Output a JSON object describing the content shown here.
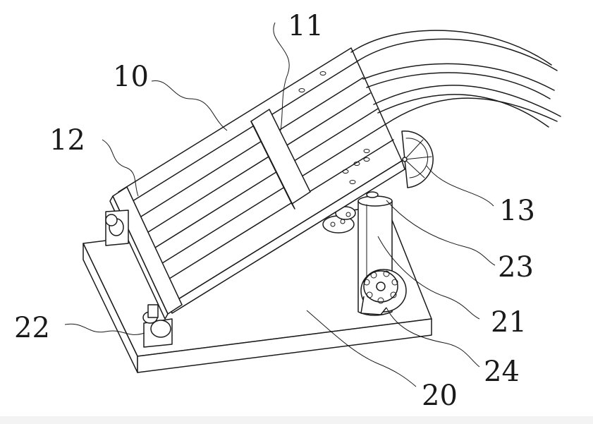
{
  "labels": {
    "l10": "10",
    "l11": "11",
    "l12": "12",
    "l13": "13",
    "l20": "20",
    "l21": "21",
    "l22": "22",
    "l23": "23",
    "l24": "24"
  },
  "colors": {
    "ink": "#1a1a1a",
    "paper": "#ffffff"
  }
}
